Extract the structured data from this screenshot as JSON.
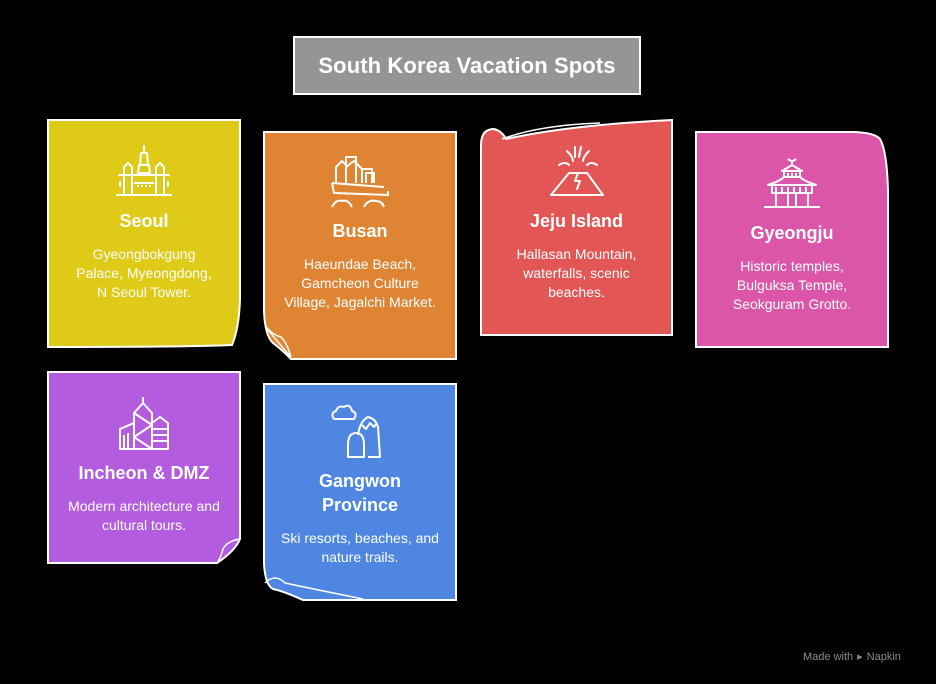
{
  "title": "South Korea Vacation Spots",
  "cards": [
    {
      "name": "Seoul",
      "desc": "Gyeongbokgung Palace, Myeongdong, N Seoul Tower.",
      "color": "#dfcb17",
      "icon": "palace-icon"
    },
    {
      "name": "Busan",
      "desc": "Haeundae Beach, Gamcheon Culture Village, Jagalchi Market.",
      "color": "#df8433",
      "icon": "coastal-village-icon"
    },
    {
      "name": "Jeju Island",
      "desc": "Hallasan Mountain, waterfalls, scenic beaches.",
      "color": "#e25656",
      "icon": "volcano-icon"
    },
    {
      "name": "Gyeongju",
      "desc": "Historic temples, Bulguksa Temple, Seokguram Grotto.",
      "color": "#db56a8",
      "icon": "pagoda-temple-icon"
    },
    {
      "name": "Incheon & DMZ",
      "desc": "Modern architecture and cultural tours.",
      "color": "#b35cdf",
      "icon": "skyscraper-icon"
    },
    {
      "name": "Gangwon Province",
      "desc": "Ski resorts, beaches, and nature trails.",
      "color": "#4f86e2",
      "icon": "mountain-cloud-icon"
    }
  ],
  "footer": {
    "made_with": "Made with",
    "brand": "Napkin"
  }
}
